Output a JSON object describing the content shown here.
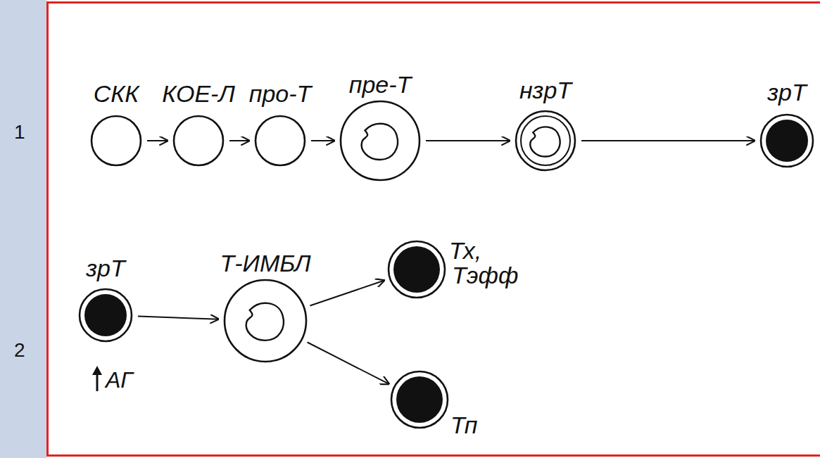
{
  "diagram": {
    "nodes": [
      {
        "text": [
          "СКК"
        ]
      },
      {
        "text": [
          "КОЕ-Л"
        ]
      },
      {
        "text": [
          "про-Т"
        ]
      },
      {
        "text": [
          "пре-Т"
        ]
      },
      {
        "text": [
          "нзрТ"
        ]
      },
      {
        "text": [
          "зрТ"
        ]
      },
      {
        "text": [
          "зрТ"
        ]
      },
      {
        "text": [
          "Т-ИМБЛ"
        ]
      },
      {
        "text": [
          "Тх,",
          "Тэфф"
        ]
      },
      {
        "text": [
          "Тп"
        ]
      }
    ],
    "edges": [
      {
        "from": 0,
        "to": 1,
        "arrow": "to"
      },
      {
        "from": 1,
        "to": 2,
        "arrow": "to"
      },
      {
        "from": 2,
        "to": 3,
        "arrow": "to"
      },
      {
        "from": 3,
        "to": 4,
        "arrow": "to"
      },
      {
        "from": 4,
        "to": 5,
        "arrow": "to"
      },
      {
        "from": 6,
        "to": 7,
        "arrow": "to"
      },
      {
        "from": 7,
        "to": 8,
        "arrow": "to"
      },
      {
        "from": 7,
        "to": 9,
        "arrow": "to"
      }
    ],
    "labels": [
      "1",
      "2",
      "АГ"
    ]
  }
}
